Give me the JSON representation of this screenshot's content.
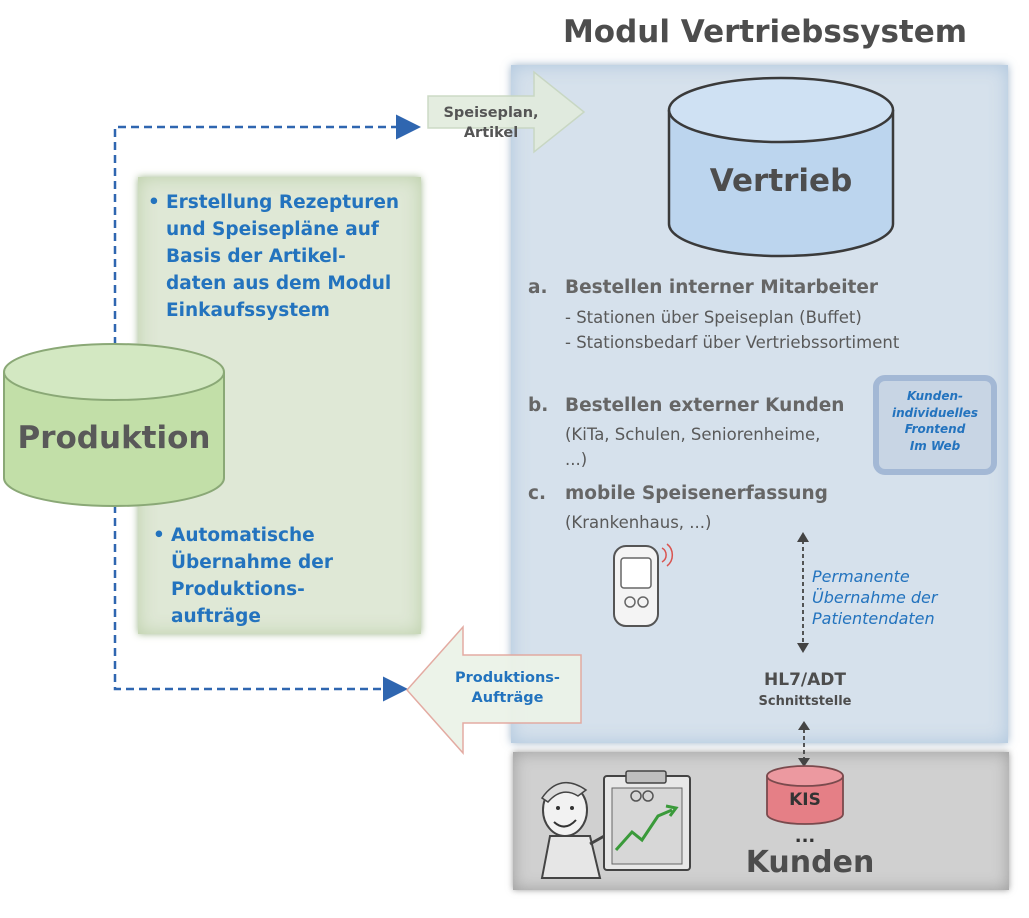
{
  "title": "Modul Vertriebssystem",
  "produktion": {
    "label": "Produktion",
    "bullet_top": "Erstellung  Rezepturen und Speisepläne auf Basis der Artikel-daten aus dem Modul Einkaufssystem",
    "bullet_top_lines": [
      "Erstellung  Rezepturen",
      "und Speisepläne auf",
      "Basis der Artikel-",
      "daten aus dem Modul",
      "Einkaufssystem"
    ],
    "bullet_bottom_lines": [
      "Automatische",
      "Übernahme der",
      "Produktions-",
      "aufträge"
    ],
    "bullet_char": "•"
  },
  "arrows": {
    "top_lines": [
      "Speiseplan,",
      "Artikel"
    ],
    "bottom_lines": [
      "Produktions-",
      "Aufträge"
    ]
  },
  "vertrieb": {
    "label": "Vertrieb",
    "items": [
      {
        "marker": "a.",
        "heading": "Bestellen interner Mitarbeiter",
        "sub": [
          "- Stationen über Speiseplan (Buffet)",
          "- Stationsbedarf über Vertriebssortiment"
        ]
      },
      {
        "marker": "b.",
        "heading": "Bestellen externer Kunden",
        "sub": [
          "(KiTa, Schulen, Seniorenheime,",
          "...)"
        ]
      },
      {
        "marker": "c.",
        "heading": "mobile Speisenerfassung",
        "sub": [
          "(Krankenhaus, ...)"
        ]
      }
    ],
    "frontend_box_lines": [
      "Kunden-",
      "individuelles",
      "Frontend",
      "Im Web"
    ],
    "permanent_lines": [
      "Permanente",
      "Übernahme der",
      "Patientendaten"
    ],
    "interface_title": "HL7/ADT",
    "interface_sub": "Schnittstelle"
  },
  "kunden": {
    "kis_label": "KIS",
    "ellipsis": "...",
    "label": "Kunden"
  },
  "colors": {
    "accent_blue": "#2373be",
    "module_bg": "#d6e1ec",
    "vertrieb_cyl": "#bcd5ee",
    "produktion_cyl": "#c2dfa8",
    "kis_cyl": "#e57f86",
    "kunden_bg": "#d0d0d0"
  },
  "icons": [
    "mobile-device-icon",
    "cartoon-person-icon",
    "clipboard-chart-icon"
  ]
}
